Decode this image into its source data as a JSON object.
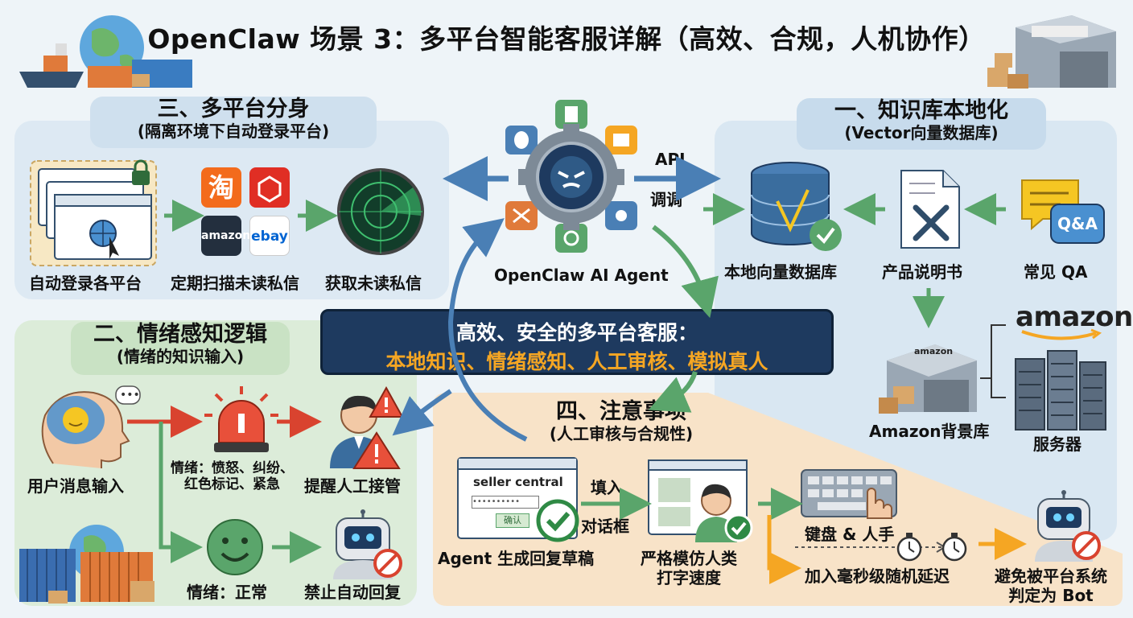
{
  "title": "OpenClaw 场景 3：多平台智能客服详解（高效、合规，人机协作）",
  "agent": {
    "label": "OpenClaw AI Agent",
    "api_label": "API",
    "call_label": "调调"
  },
  "banner": {
    "line1": "高效、安全的多平台客服：",
    "line2": "本地知识、情绪感知、人工审核、模拟真人"
  },
  "section1": {
    "title": "一、知识库本地化",
    "subtitle": "(Vector向量数据库)",
    "items": [
      "本地向量数据库",
      "产品说明书",
      "常见 QA",
      "Amazon背景库",
      "服务器"
    ],
    "qa_icon_text": "Q&A",
    "amazon_logo": "amazon",
    "warehouse_sign": "amazon"
  },
  "section2": {
    "title": "二、情绪感知逻辑",
    "subtitle": "(情绪的知识输入)",
    "items": [
      "用户消息输入",
      "情绪：愤怒、纠纷、",
      "红色标记、紧急",
      "提醒人工接管",
      "情绪：正常",
      "禁止自动回复"
    ]
  },
  "section3": {
    "title": "三、多平台分身",
    "subtitle": "(隔离环境下自动登录平台)",
    "items": [
      "自动登录各平台",
      "定期扫描未读私信",
      "获取未读私信"
    ],
    "platforms": [
      "淘",
      "amazon",
      "ebay"
    ]
  },
  "section4": {
    "title": "四、注意事项",
    "subtitle": "(人工审核与合规性)",
    "items": [
      "Agent 生成回复草稿",
      "填入",
      "对话框",
      "严格模仿人类",
      "打字速度",
      "键盘 & 人手",
      "加入毫秒级随机延迟",
      "避免被平台系统",
      "判定为 Bot"
    ],
    "seller_central": "seller central",
    "confirm_btn": "确认"
  },
  "colors": {
    "navy": "#1e3a5f",
    "orange": "#f5a623",
    "green": "#5aa56b",
    "blue": "#4a7fb5",
    "red": "#d9432f"
  }
}
